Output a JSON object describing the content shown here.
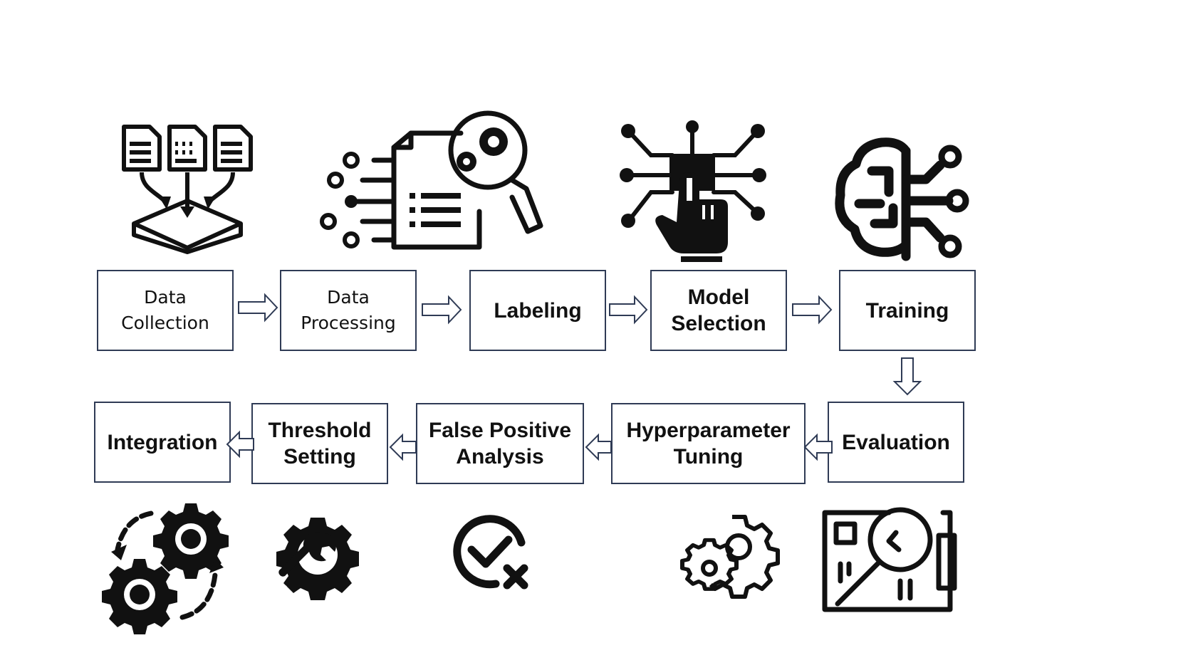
{
  "pipeline": {
    "stages": [
      {
        "id": "data-collection",
        "label": "Data\nCollection",
        "icon": "documents-to-tray-icon"
      },
      {
        "id": "data-processing",
        "label": "Data\nProcessing",
        "icon": "document-magnifier-gears-icon"
      },
      {
        "id": "labeling",
        "label": "Labeling",
        "icon": ""
      },
      {
        "id": "model-selection",
        "label": "Model\nSelection",
        "icon": "hand-network-icon"
      },
      {
        "id": "training",
        "label": "Training",
        "icon": "brain-circuit-icon"
      },
      {
        "id": "evaluation",
        "label": "Evaluation",
        "icon": "dashboard-magnifier-icon"
      },
      {
        "id": "hyperparameter-tuning",
        "label": "Hyperparameter\nTuning",
        "icon": "gears-icon"
      },
      {
        "id": "false-positive-analysis",
        "label": "False Positive\nAnalysis",
        "icon": "check-cross-icon"
      },
      {
        "id": "threshold-setting",
        "label": "Threshold\nSetting",
        "icon": "gear-wrench-icon"
      },
      {
        "id": "integration",
        "label": "Integration",
        "icon": "rotating-gears-icon"
      }
    ],
    "colors": {
      "box_border": "#2f3b55",
      "arrow_stroke": "#2f3b55",
      "icon_fill": "#111111"
    }
  }
}
